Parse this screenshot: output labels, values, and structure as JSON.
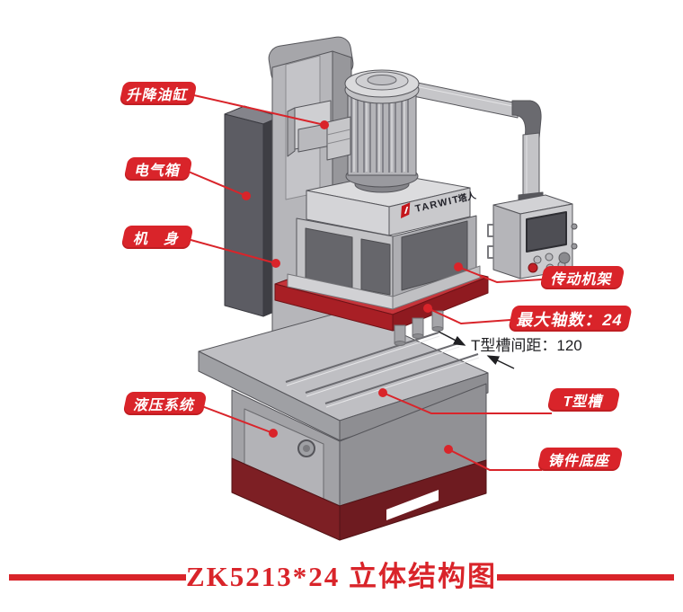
{
  "diagram": {
    "title": "ZK5213*24 立体结构图",
    "brand": {
      "logo_latin": "TARWIT",
      "logo_cn": "塔人"
    },
    "callouts": {
      "lifting_cylinder": "升降油缸",
      "electrical_box": "电气箱",
      "machine_body": "机　身",
      "hydraulic_system": "液压系统",
      "transmission_frame": "传动机架",
      "max_spindle_count": "最大轴数：24",
      "t_slot_spacing": "T型槽间距：120",
      "t_slot": "T型槽",
      "cast_base": "铸件底座"
    },
    "colors": {
      "label_red": "#d9242a",
      "plate_red": "#a81f25",
      "base_dark_red": "#7d2025",
      "machine_gray": "#bfbfc3",
      "panel_dark_gray": "#66666b"
    }
  }
}
